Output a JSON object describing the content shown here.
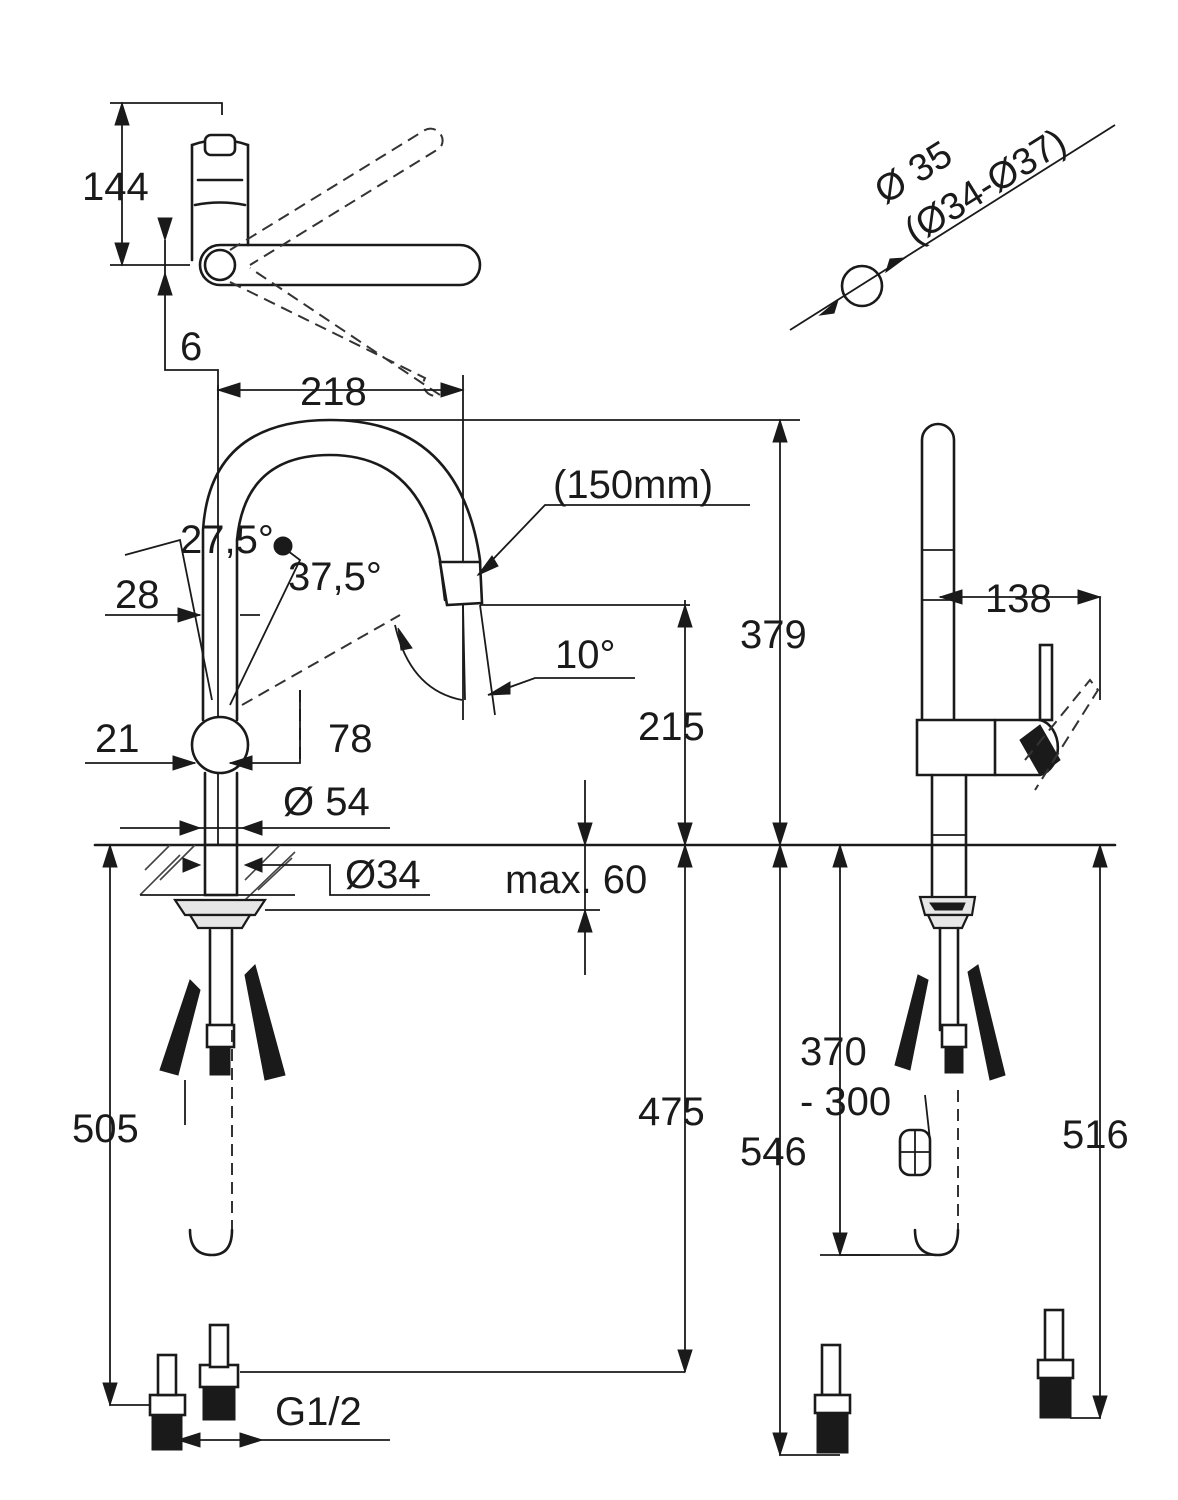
{
  "labels": {
    "handle_height": "144",
    "handle_offset": "6",
    "swivel_reach": "218",
    "pullout_length": "(150mm)",
    "angle_left": "27,5°",
    "angle_right": "37,5°",
    "lever_offset": "28",
    "spout_angle": "10°",
    "height_379": "379",
    "height_215": "215",
    "body_21": "21",
    "body_78": "78",
    "diameter_54": "Ø 54",
    "diameter_34": "Ø34",
    "max_thickness": "max. 60",
    "hole_diameter": "Ø 35",
    "hole_range": "(Ø34-Ø37)",
    "reach_138": "138",
    "hose_370": "370",
    "hose_300": "- 300",
    "length_505": "505",
    "length_475": "475",
    "length_546": "546",
    "length_516": "516",
    "thread": "G1/2"
  },
  "icons": [
    "faucet-front-view",
    "faucet-side-view",
    "handle-top-view",
    "mounting-hole-icon",
    "supply-hose-icon"
  ]
}
